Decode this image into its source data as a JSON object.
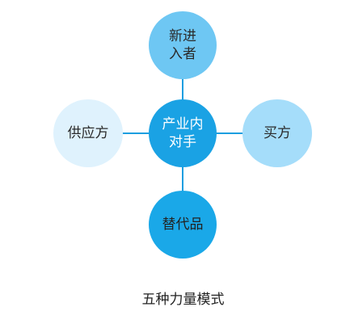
{
  "diagram": {
    "center": {
      "label": "产业内\n对手"
    },
    "top": {
      "label": "新进\n入者"
    },
    "right": {
      "label": "买方"
    },
    "left": {
      "label": "供应方"
    },
    "bottom": {
      "label": "替代品"
    }
  },
  "caption": "五种力量模式",
  "colors": {
    "center": "#1aa2e4",
    "top": "#6ec7f3",
    "right": "#a5ddfa",
    "left": "#dff2fd",
    "bottom": "#1aa8e8",
    "connector": "#1a9ee0"
  }
}
